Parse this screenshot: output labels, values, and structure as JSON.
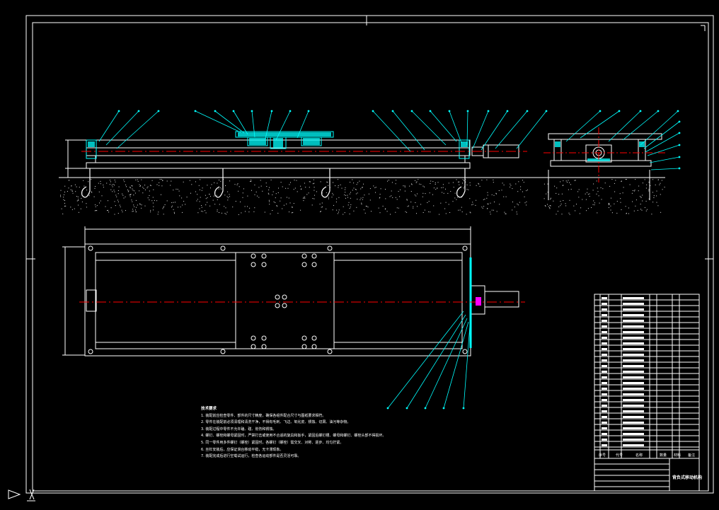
{
  "drawing": {
    "title": "背负式移动机构",
    "notes_title": "技术要求",
    "notes": [
      "1. 装配前应检查零件、部件的尺寸精度，确保各组件配合尺寸与图纸要求相符。",
      "2. 零件在装配前必须清理和清洗干净，不得有毛刺、飞边、氧化皮、锈蚀、切屑、油污等杂物。",
      "3. 装配过程中零件不允许磕、碰、划伤和锈蚀。",
      "4. 螺钉、螺栓和螺母紧固时，严禁打击或使用不合适的旋具和扳手，紧固后螺钉槽、螺母和螺钉、螺栓头部不得损坏。",
      "5. 同一零件用多件螺钉（螺栓）紧固时，各螺钉（螺栓）需交叉、对称、逐步、均匀拧紧。",
      "6. 丝杠安装后，应保证滑台移动平稳，无卡滞现象。",
      "7. 装配完成后进行空载试运行，检查各运动部件是否灵活可靠。"
    ],
    "title_block_headers": [
      "序号",
      "代号",
      "名称",
      "数量",
      "材料",
      "备注"
    ]
  },
  "colors": {
    "frame": "#ffffff",
    "leader": "#00ffff",
    "centerline": "#ff0000",
    "hatch": "#00ffff",
    "ground_dots": "#ffffff",
    "highlight": "#ff00ff"
  }
}
